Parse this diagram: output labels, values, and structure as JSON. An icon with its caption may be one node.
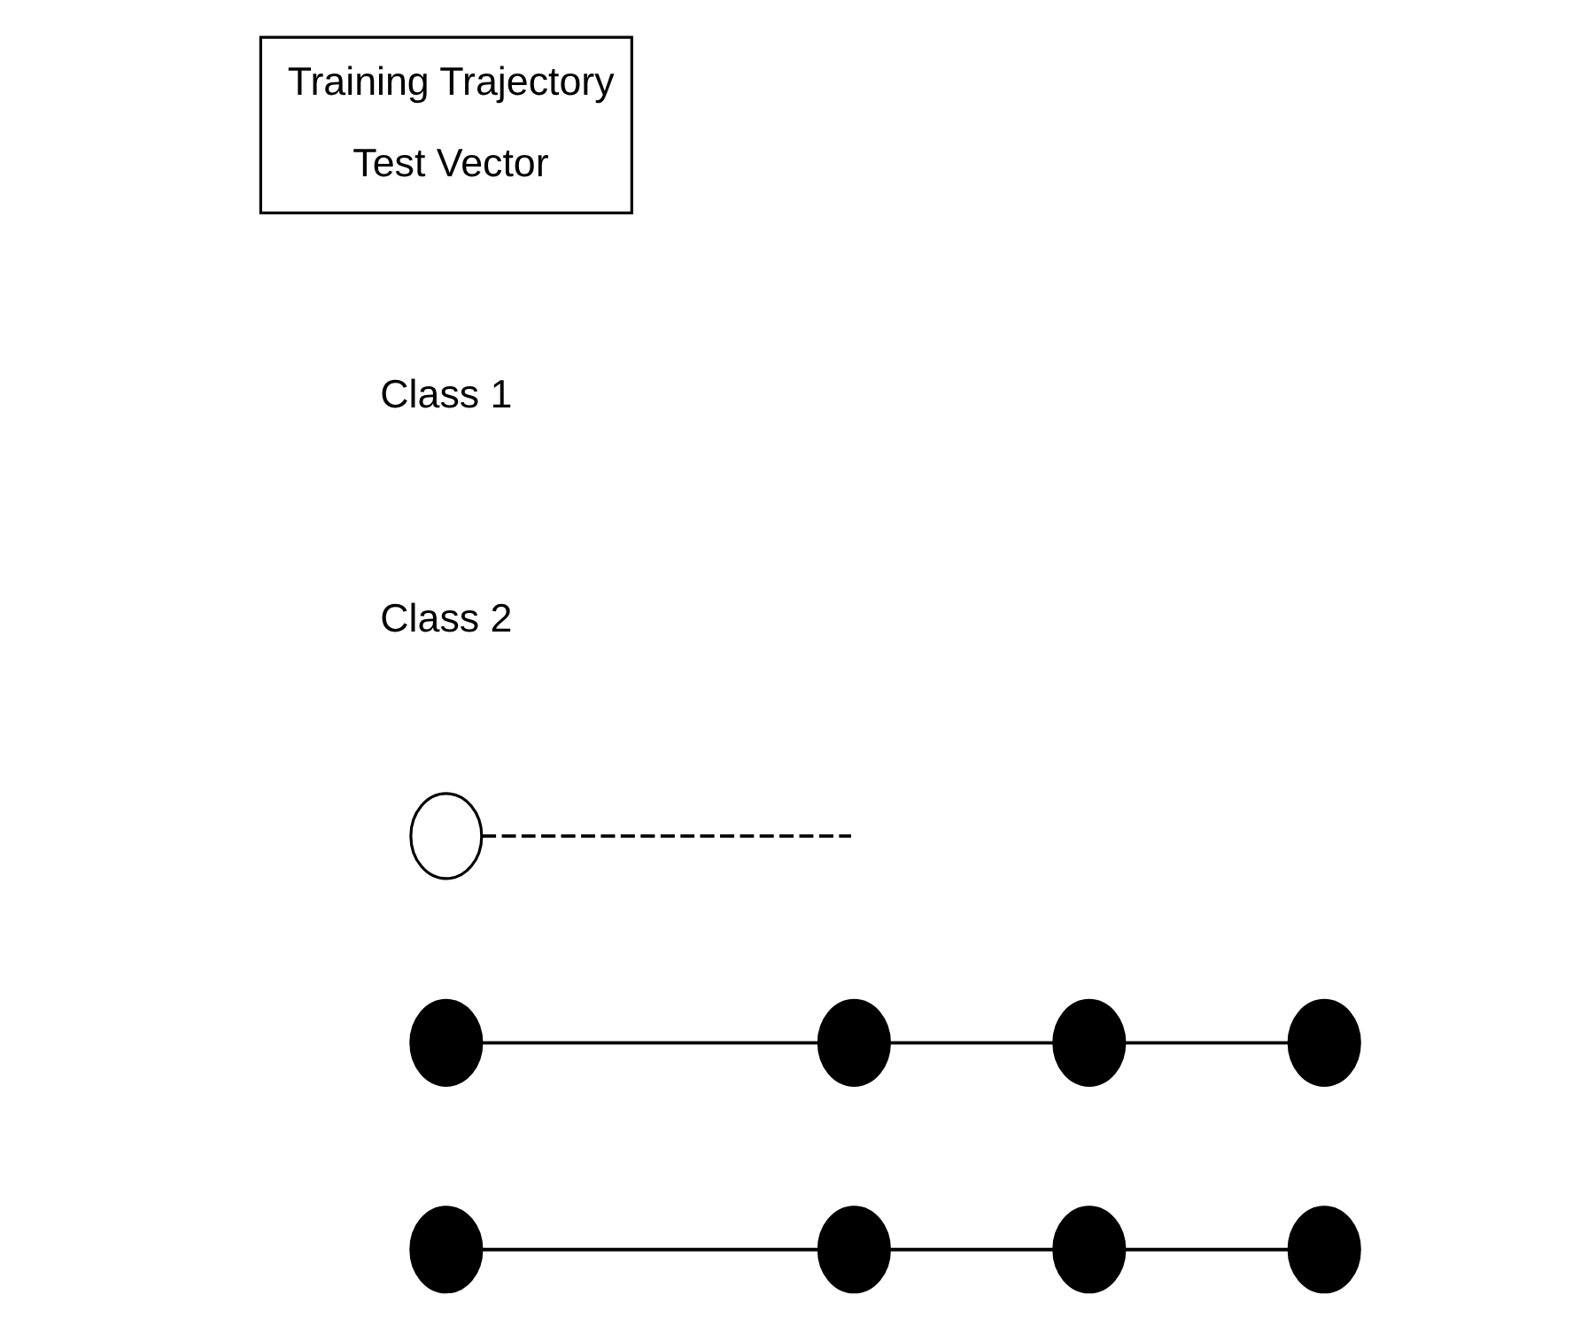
{
  "diagram": {
    "nodes": [
      {
        "text": [],
        "shape": "circle"
      },
      {
        "text": [],
        "shape": "circle"
      },
      {
        "text": [],
        "shape": "circle"
      },
      {
        "text": [],
        "shape": "circle"
      },
      {
        "text": [],
        "shape": "circle"
      },
      {
        "text": [],
        "shape": "circle"
      },
      {
        "text": [],
        "shape": "circle"
      },
      {
        "text": [],
        "shape": "circle"
      },
      {
        "text": [],
        "shape": "circle"
      }
    ],
    "edges": [
      {
        "from": 0,
        "to": 1,
        "arrow": "none"
      },
      {
        "from": 1,
        "to": 2,
        "arrow": "none"
      },
      {
        "from": 2,
        "to": 3,
        "arrow": "none"
      },
      {
        "from": 4,
        "to": 5,
        "arrow": "none"
      },
      {
        "from": 5,
        "to": 6,
        "arrow": "none"
      },
      {
        "from": 6,
        "to": 7,
        "arrow": "none"
      },
      {
        "from": 8,
        "to": null,
        "arrow": "none",
        "style": "dashed"
      }
    ],
    "labels": [
      "Class 2",
      "Class 1"
    ],
    "legend": [
      {
        "text": "Training Trajectory"
      },
      {
        "text": "Test Vector"
      }
    ]
  }
}
